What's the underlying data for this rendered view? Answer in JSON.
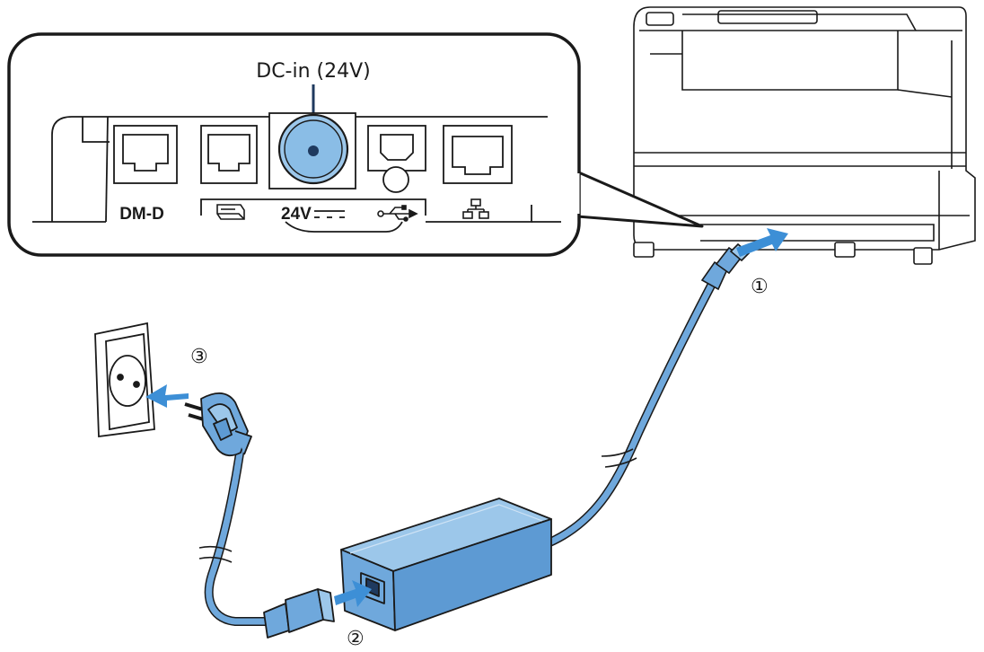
{
  "callout": {
    "title": "DC-in (24V)",
    "ports": {
      "dmd": "DM-D",
      "voltage": "24V"
    }
  },
  "steps": {
    "one": "①",
    "two": "②",
    "three": "③"
  },
  "colors": {
    "cable_blue": "#6fa8dc",
    "arrow_blue": "#3d8fd6",
    "outline": "#1a1a1a",
    "connector_navy": "#1f3a5f"
  },
  "icons": {
    "drawer": "cash-drawer-icon",
    "dc": "dc-symbol-icon",
    "usb": "usb-icon",
    "lan": "network-icon"
  }
}
